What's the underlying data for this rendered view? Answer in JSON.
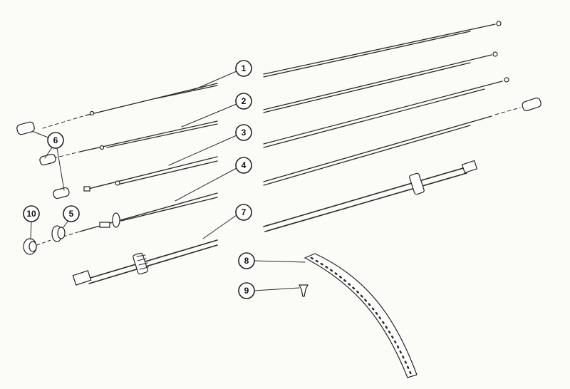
{
  "diagram": {
    "callouts": [
      "1",
      "2",
      "3",
      "4",
      "5",
      "6",
      "7",
      "8",
      "9",
      "10"
    ],
    "colors": {
      "ink": "#2a2a2a",
      "paper": "#fbfbf8"
    }
  }
}
